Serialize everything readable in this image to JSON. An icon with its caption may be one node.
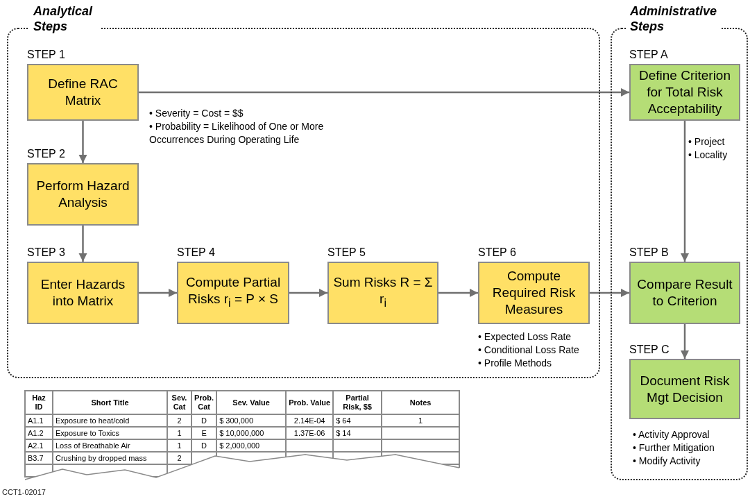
{
  "diagram": {
    "nodes": [
      {
        "text": [
          "Analytical Steps"
        ]
      },
      {
        "text": [
          "Administrative Steps"
        ]
      },
      {
        "text": [
          "STEP 1",
          "Define RAC Matrix"
        ],
        "in": 0,
        "beside": [
          "• Severity = Cost = $$",
          "• Probability = Likelihood of One or More Occurrences During Operating Life"
        ]
      },
      {
        "text": [
          "STEP 2",
          "Perform Hazard Analysis"
        ],
        "in": 0
      },
      {
        "text": [
          "STEP 3",
          "Enter Hazards into Matrix"
        ],
        "in": 0
      },
      {
        "text": [
          "STEP 4",
          "Compute Partial Risks r$_{i}$ = P × S"
        ],
        "in": 0
      },
      {
        "text": [
          "STEP 5",
          "Sum Risks R = Σ r$_{i}$"
        ],
        "in": 0
      },
      {
        "text": [
          "STEP 6",
          "Compute Required Risk Measures"
        ],
        "in": 0,
        "beside": [
          "• Expected Loss Rate",
          "• Conditional Loss Rate",
          "• Profile Methods"
        ]
      },
      {
        "text": [
          "STEP A",
          "Define Criterion for Total Risk Acceptability"
        ],
        "in": 1,
        "beside": [
          "• Project",
          "• Locality"
        ]
      },
      {
        "text": [
          "STEP B",
          "Compare Result to Criterion"
        ],
        "in": 1
      },
      {
        "text": [
          "STEP C",
          "Document Risk Mgt Decision"
        ],
        "in": 1,
        "beside": [
          "• Activity Approval",
          "• Further Mitigation",
          "• Modify Activity"
        ]
      }
    ],
    "edges": [
      {
        "from": 2,
        "to": 8,
        "arrow": "to"
      },
      {
        "from": 2,
        "to": 3,
        "arrow": "to"
      },
      {
        "from": 3,
        "to": 4,
        "arrow": "to"
      },
      {
        "from": 4,
        "to": 5,
        "arrow": "to"
      },
      {
        "from": 5,
        "to": 6,
        "arrow": "to"
      },
      {
        "from": 6,
        "to": 7,
        "arrow": "to"
      },
      {
        "from": 7,
        "to": 9,
        "arrow": "to"
      },
      {
        "from": 8,
        "to": 9,
        "arrow": "to"
      },
      {
        "from": 9,
        "to": 10,
        "arrow": "to"
      }
    ],
    "labels": [
      "Haz ID",
      "Short Title",
      "Sev. Cat",
      "Prob. Cat",
      "Sev. Value",
      "Prob. Value",
      "Partial Risk, $$",
      "Notes",
      "A1.1",
      "Exposure to heat/cold",
      "2",
      "D",
      "$ 300,000",
      "2.14E-04",
      "$ 64",
      "1",
      "A1.2",
      "Exposure to Toxics",
      "1",
      "E",
      "$ 10,000,000",
      "1.37E-06",
      "$ 14",
      "A2.1",
      "Loss of Breathable Air",
      "1",
      "D",
      "$ 2,000,000",
      "B3.7",
      "Crushing by dropped mass",
      "2",
      "CCT1-02017"
    ]
  }
}
